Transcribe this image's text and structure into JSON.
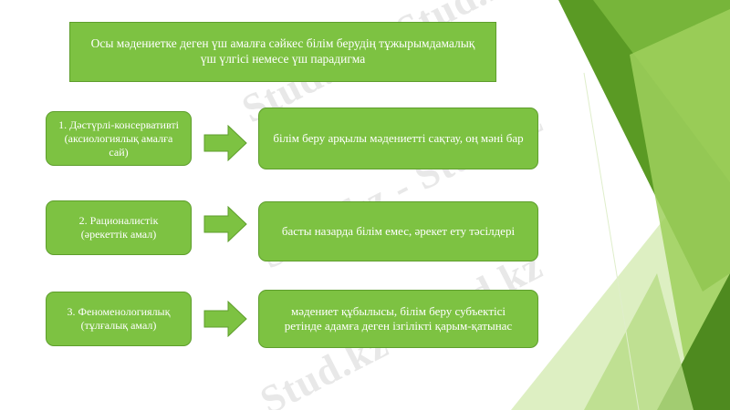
{
  "title": "Осы мәдениетке деген үш амалға сәйкес білім берудің тұжырымдамалық үш үлгісі немесе үш парадигма",
  "approaches": [
    {
      "label": "1. Дәстүрлі-консервативті (аксиологиялық амалға сай)",
      "description": "білім беру арқылы мәдениетті сақтау, оң мәні бар"
    },
    {
      "label": "2. Рационалистік (әрекеттік амал)",
      "description": "басты назарда білім емес, әрекет ету тәсілдері"
    },
    {
      "label": "3. Феноменологиялық (тұлғалық амал)",
      "description": "мәдениет құбылысы, білім беру субъектісі ретінде адамға деген ізгілікті қарым-қатынас"
    }
  ],
  "watermark": "Stud.kz - Stud.kz",
  "colors": {
    "box_fill": "#7dc242",
    "box_border": "#5e9e2c",
    "box_text": "#ffffff",
    "deco_dark": "#4e8a1f",
    "deco_light": "#a6d46a"
  }
}
